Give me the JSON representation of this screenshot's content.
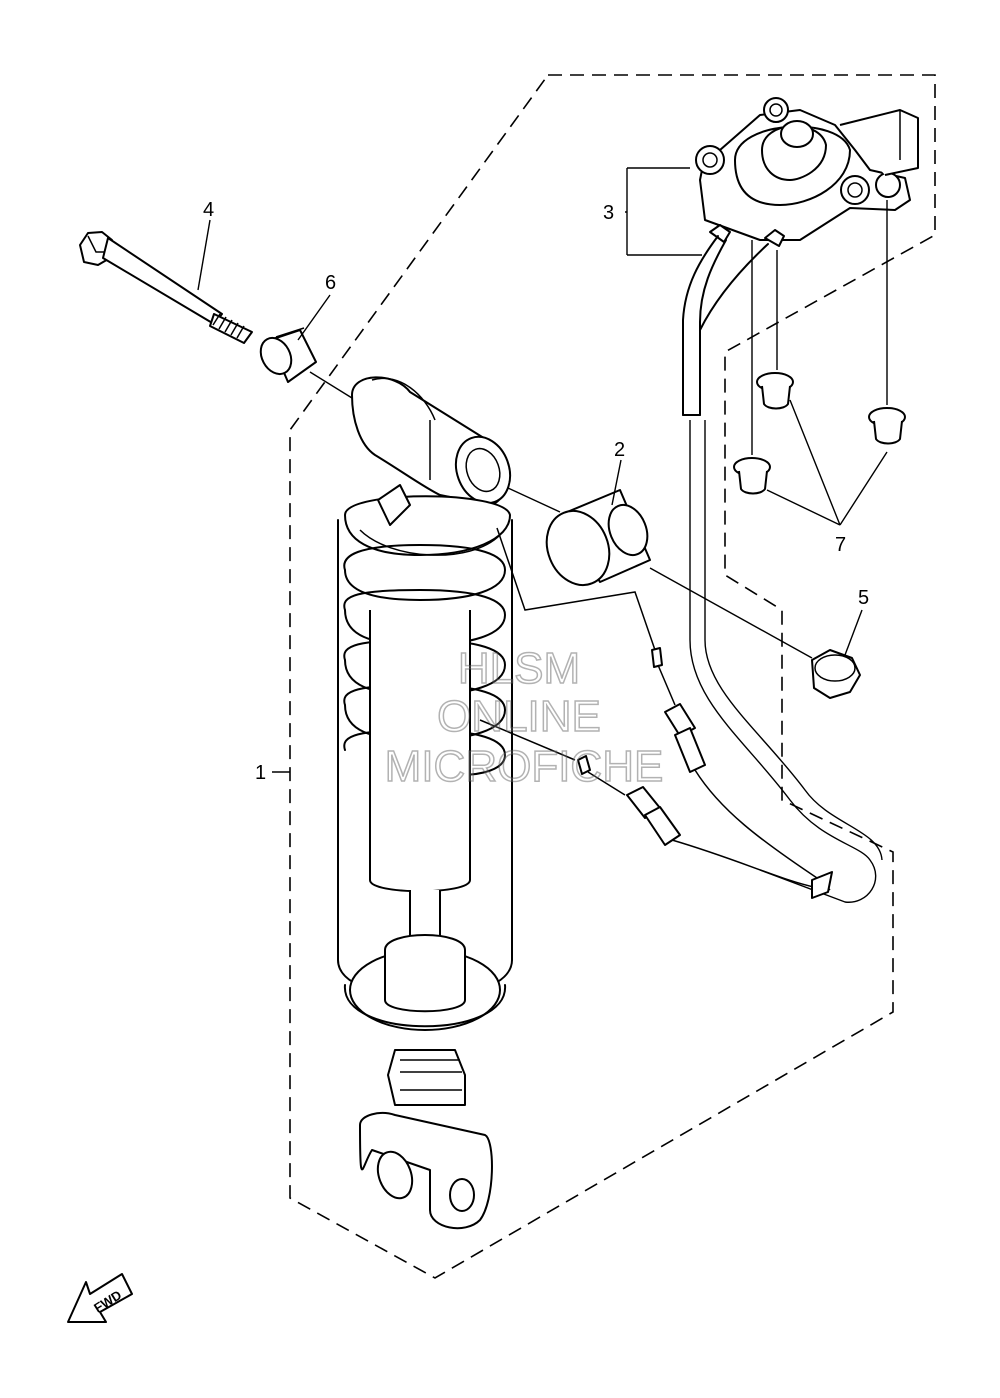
{
  "callouts": [
    {
      "id": "1",
      "label": "1"
    },
    {
      "id": "2",
      "label": "2"
    },
    {
      "id": "3",
      "label": "3"
    },
    {
      "id": "4",
      "label": "4"
    },
    {
      "id": "5",
      "label": "5"
    },
    {
      "id": "6",
      "label": "6"
    },
    {
      "id": "7",
      "label": "7"
    }
  ],
  "watermark": [
    "HLSM",
    "ONLINE",
    "MICROFICHE"
  ],
  "direction_indicator": {
    "label": "FWD"
  }
}
